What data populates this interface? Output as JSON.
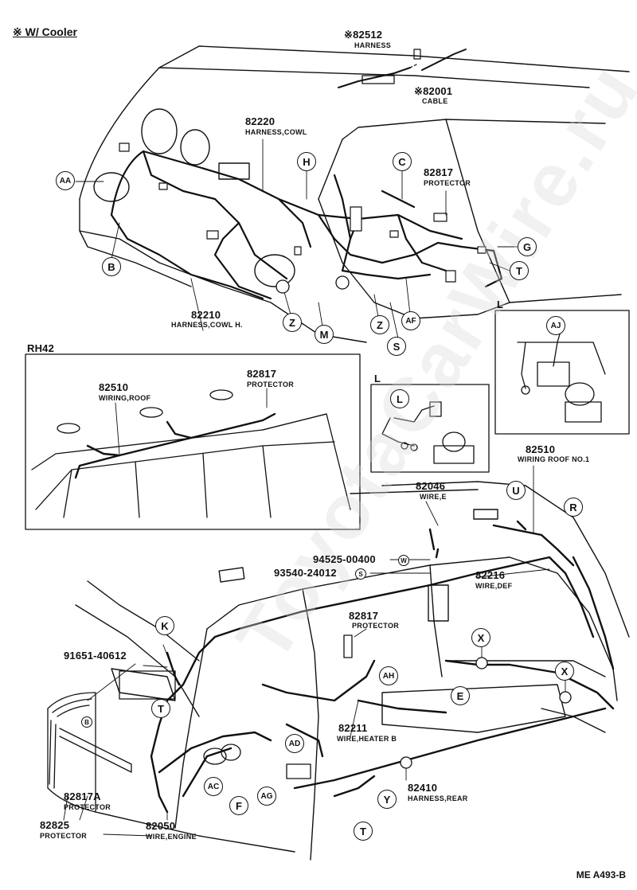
{
  "title": "※ W/ Cooler",
  "code": "ME  A493-B",
  "watermark": "ToyotaCarWire.ru",
  "section_rh42": "RH42",
  "section_l1": "L",
  "section_l2": "L",
  "parts": {
    "p82512": {
      "num": "※82512",
      "sub": "HARNESS"
    },
    "p82001": {
      "num": "※82001",
      "sub": "CABLE"
    },
    "p82220": {
      "num": "82220",
      "sub": "HARNESS,COWL"
    },
    "p82817_top": {
      "num": "82817",
      "sub": "PROTECTOR"
    },
    "p82210": {
      "num": "82210",
      "sub": "HARNESS,COWL H."
    },
    "p82510_rh": {
      "num": "82510",
      "sub": "WIRING,ROOF"
    },
    "p82817_rh": {
      "num": "82817",
      "sub": "PROTECTOR"
    },
    "p82510_no1": {
      "num": "82510",
      "sub": "WIRING ROOF NO.1"
    },
    "p82046": {
      "num": "82046",
      "sub": "WIRE,E"
    },
    "p94525": {
      "num": "94525-00400"
    },
    "p93540": {
      "num": "93540-24012"
    },
    "p82216": {
      "num": "82216",
      "sub": "WIRE,DEF"
    },
    "p82817_mid": {
      "num": "82817",
      "sub": "PROTECTOR"
    },
    "p91651": {
      "num": "91651-40612"
    },
    "p82211": {
      "num": "82211",
      "sub": "WIRE,HEATER B"
    },
    "p82410": {
      "num": "82410",
      "sub": "HARNESS,REAR"
    },
    "p82817A": {
      "num": "82817A",
      "sub": "PROTECTOR"
    },
    "p82825": {
      "num": "82825",
      "sub": "PROTECTOR"
    },
    "p82050": {
      "num": "82050",
      "sub": "WIRE,ENGINE"
    }
  },
  "callouts": {
    "AA": "AA",
    "B": "B",
    "H": "H",
    "C": "C",
    "G": "G",
    "T": "T",
    "Z": "Z",
    "M": "M",
    "S": "S",
    "AF": "AF",
    "AJ": "AJ",
    "L": "L",
    "U": "U",
    "R": "R",
    "K": "K",
    "X": "X",
    "AH": "AH",
    "E": "E",
    "AD": "AD",
    "AC": "AC",
    "AG": "AG",
    "F": "F",
    "Y": "Y",
    "w": "W",
    "s": "S",
    "b": "B"
  }
}
